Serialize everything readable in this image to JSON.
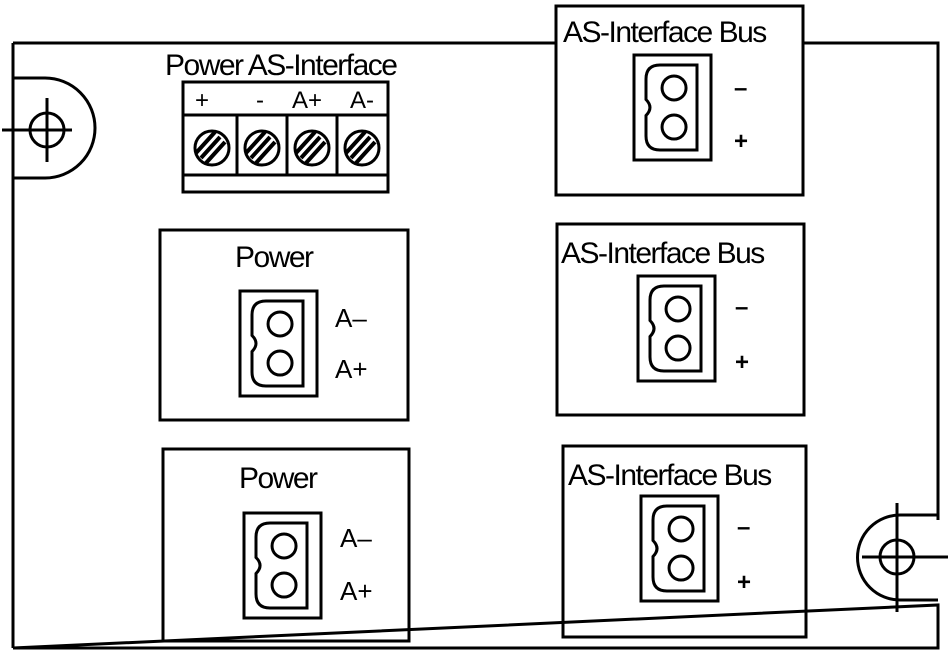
{
  "terminal_block": {
    "title": "Power AS-Interface",
    "pins": [
      "+",
      "-",
      "A+",
      "A-"
    ]
  },
  "power_connectors": [
    {
      "title": "Power",
      "top_pin": "A–",
      "bottom_pin": "A+"
    },
    {
      "title": "Power",
      "top_pin": "A–",
      "bottom_pin": "A+"
    }
  ],
  "bus_connectors": [
    {
      "title": "AS-Interface Bus",
      "top_pin": "–",
      "bottom_pin": "+"
    },
    {
      "title": "AS-Interface Bus",
      "top_pin": "–",
      "bottom_pin": "+"
    },
    {
      "title": "AS-Interface Bus",
      "top_pin": "–",
      "bottom_pin": "+"
    }
  ],
  "mounting_holes": [
    "mount-top-left",
    "mount-bottom-right"
  ],
  "colors": {
    "line": "#000000",
    "background": "#ffffff"
  }
}
